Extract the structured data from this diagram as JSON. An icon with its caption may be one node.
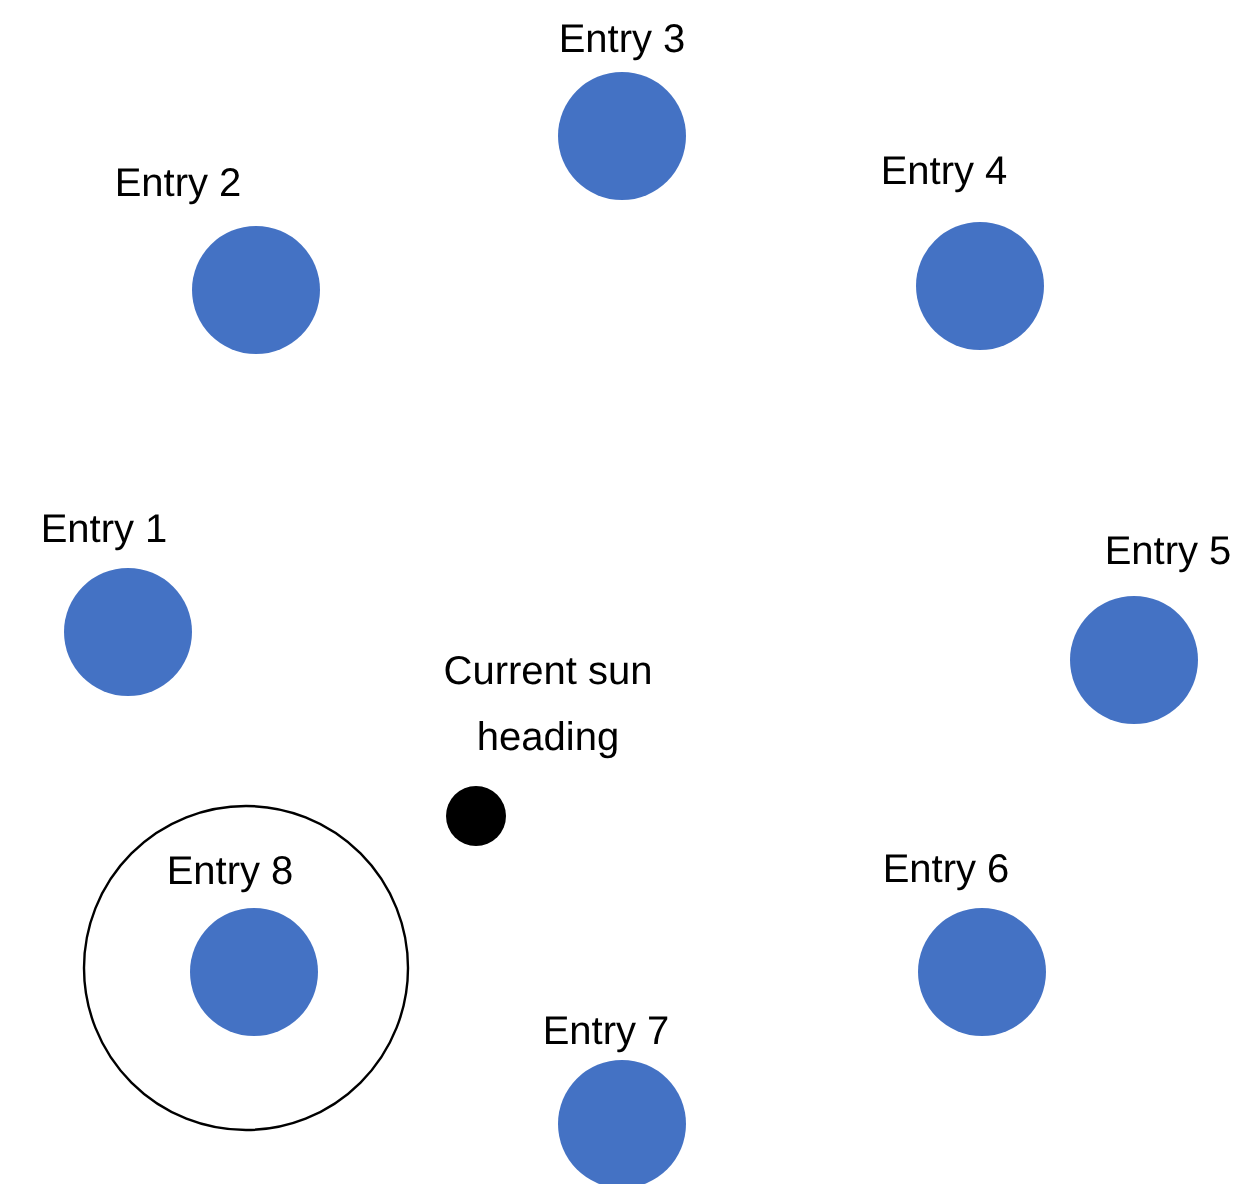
{
  "diagram": {
    "nodes": [
      {
        "text": [
          "Entry 3"
        ]
      },
      {
        "text": [
          "Entry 4"
        ]
      },
      {
        "text": [
          "Entry 2"
        ]
      },
      {
        "text": [
          "Entry 1"
        ]
      },
      {
        "text": [
          "Entry 5"
        ]
      },
      {
        "text": [
          "Current sun heading"
        ]
      },
      {
        "text": [],
        "shape": "circle"
      },
      {
        "text": [
          "Entry 8"
        ],
        "in": 6
      },
      {
        "text": [
          "Entry 6"
        ]
      },
      {
        "text": [
          "Entry 7"
        ]
      }
    ]
  }
}
